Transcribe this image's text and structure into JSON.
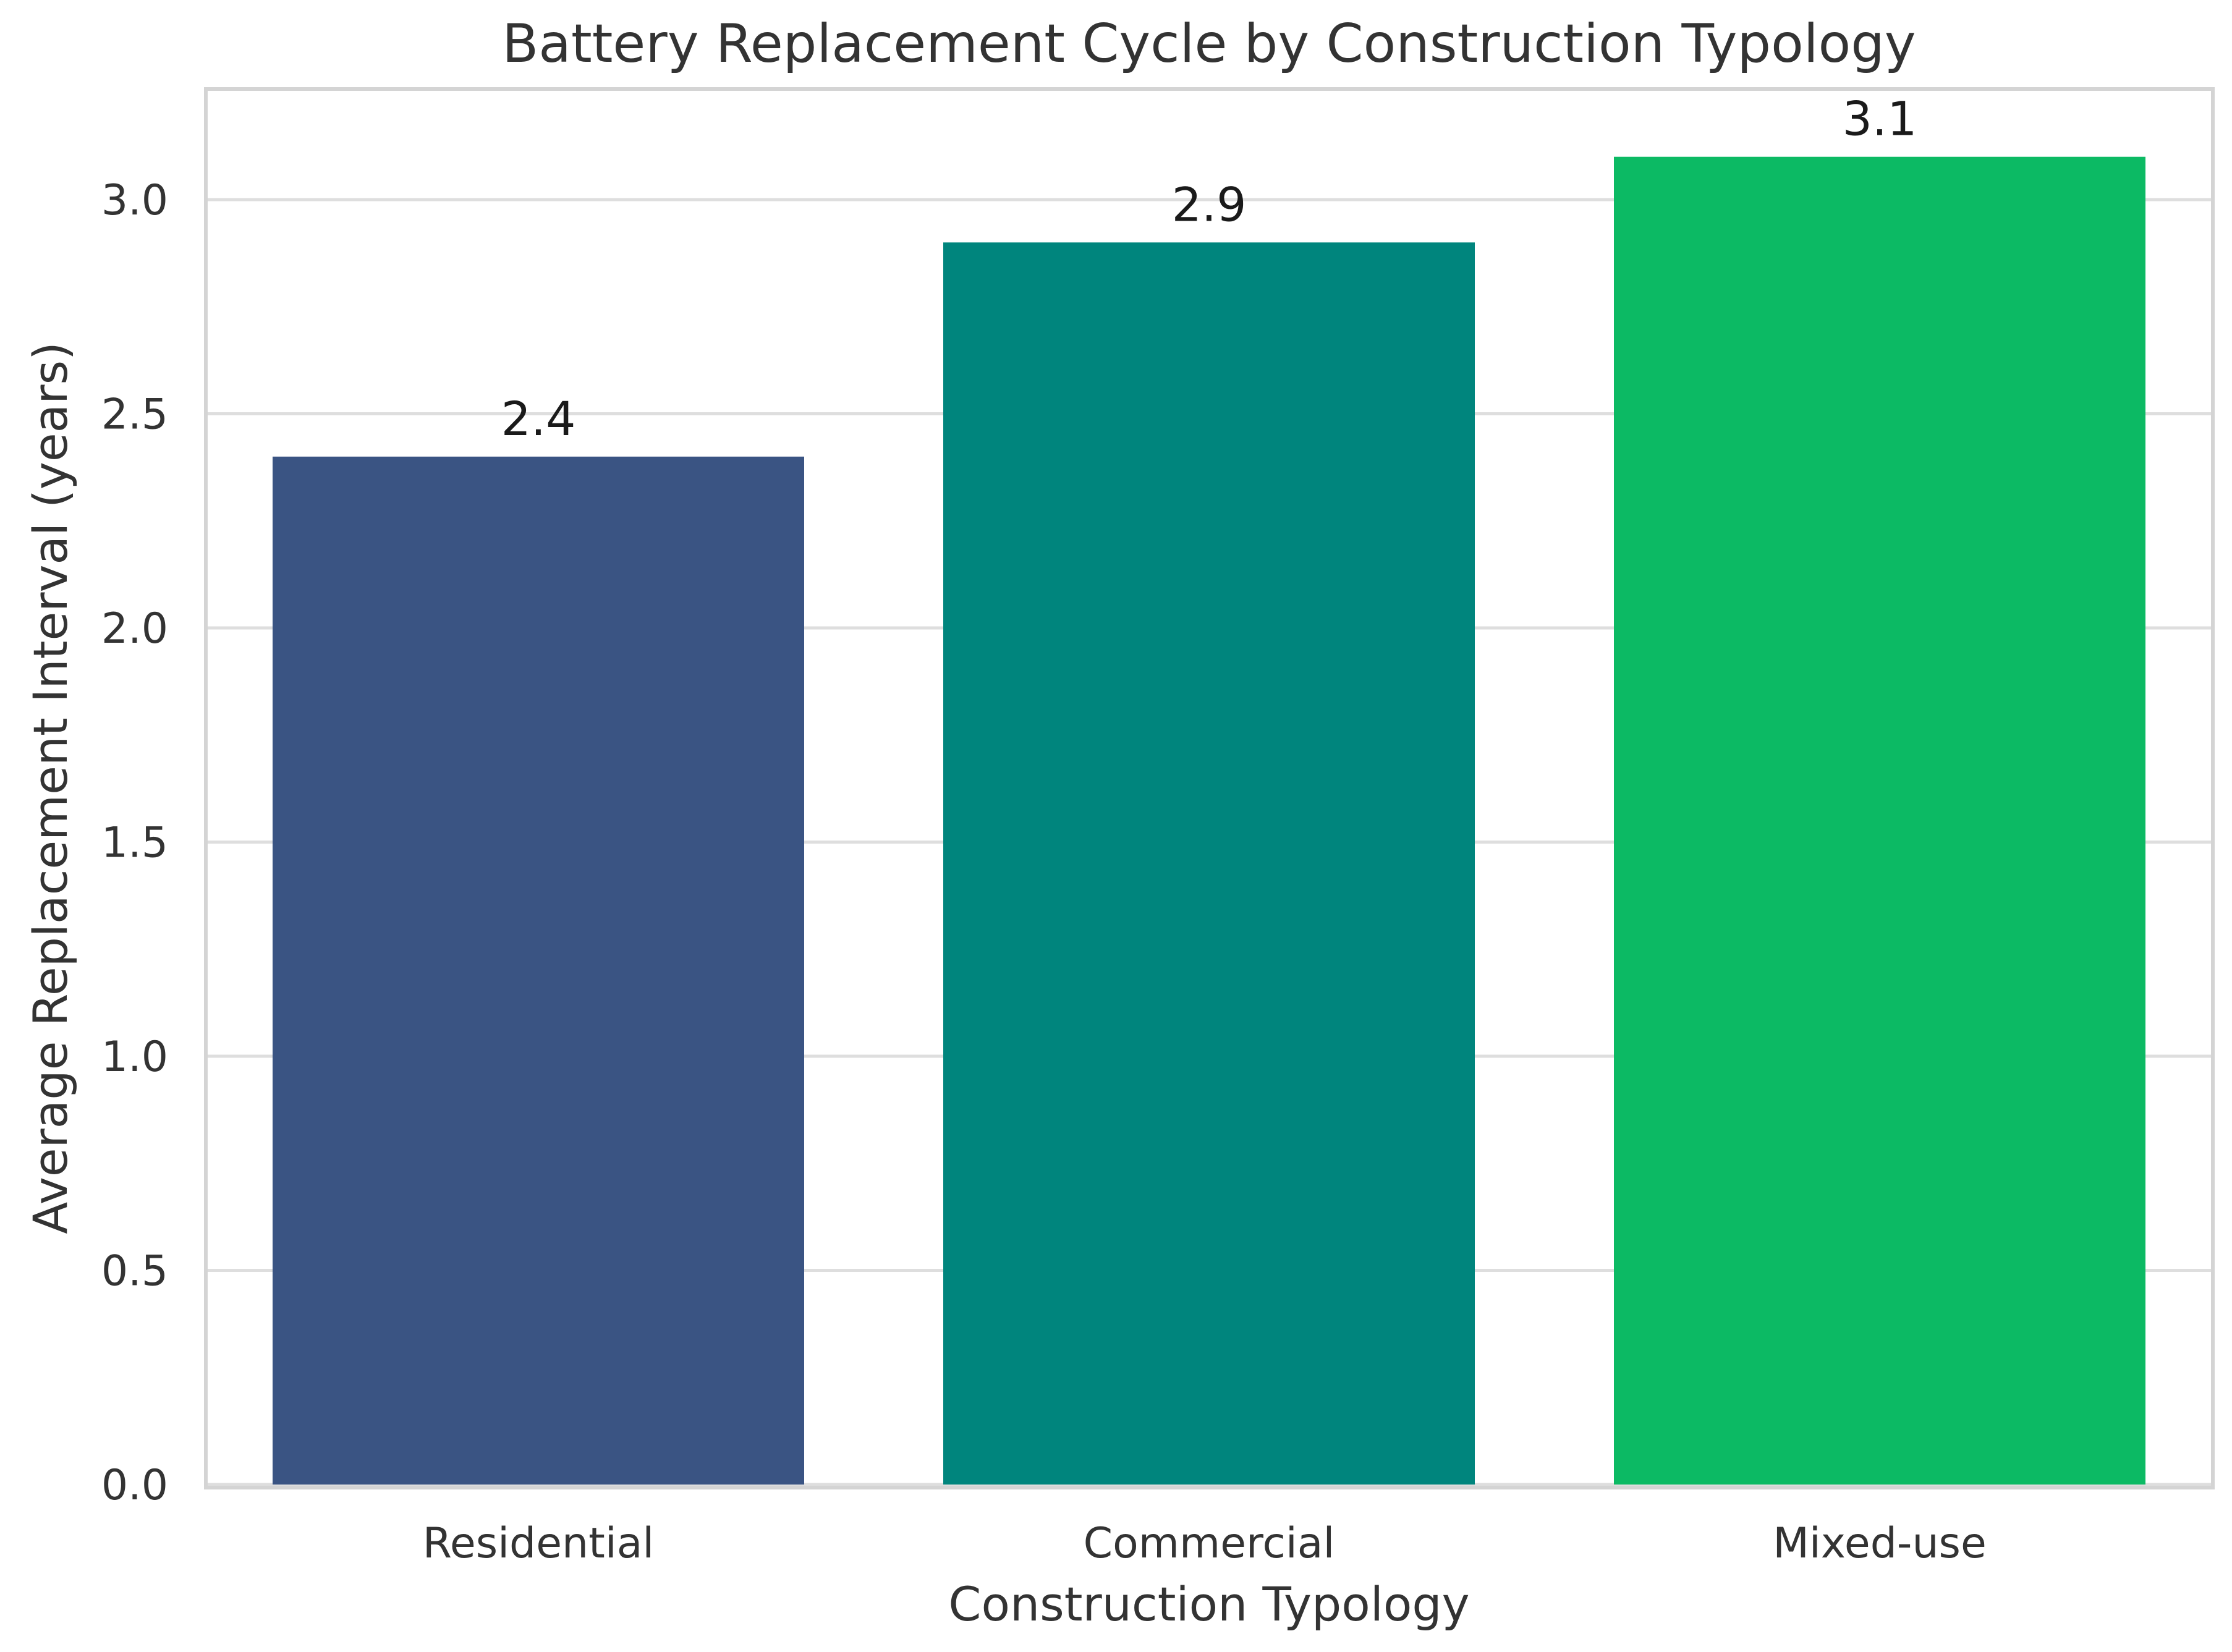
{
  "chart_data": {
    "type": "bar",
    "title": "Battery Replacement Cycle by Construction Typology",
    "xlabel": "Construction Typology",
    "ylabel": "Average Replacement Interval (years)",
    "categories": [
      "Residential",
      "Commercial",
      "Mixed-use"
    ],
    "values": [
      2.4,
      2.9,
      3.1
    ],
    "data_labels": [
      "2.4",
      "2.9",
      "3.1"
    ],
    "colors": [
      "#3a5483",
      "#00857d",
      "#0cba64"
    ],
    "ylim": [
      0,
      3.25
    ],
    "yticks": [
      0.0,
      0.5,
      1.0,
      1.5,
      2.0,
      2.5,
      3.0
    ],
    "ytick_labels": [
      "0.0",
      "0.5",
      "1.0",
      "1.5",
      "2.0",
      "2.5",
      "3.0"
    ],
    "grid": "y",
    "legend": "none"
  }
}
